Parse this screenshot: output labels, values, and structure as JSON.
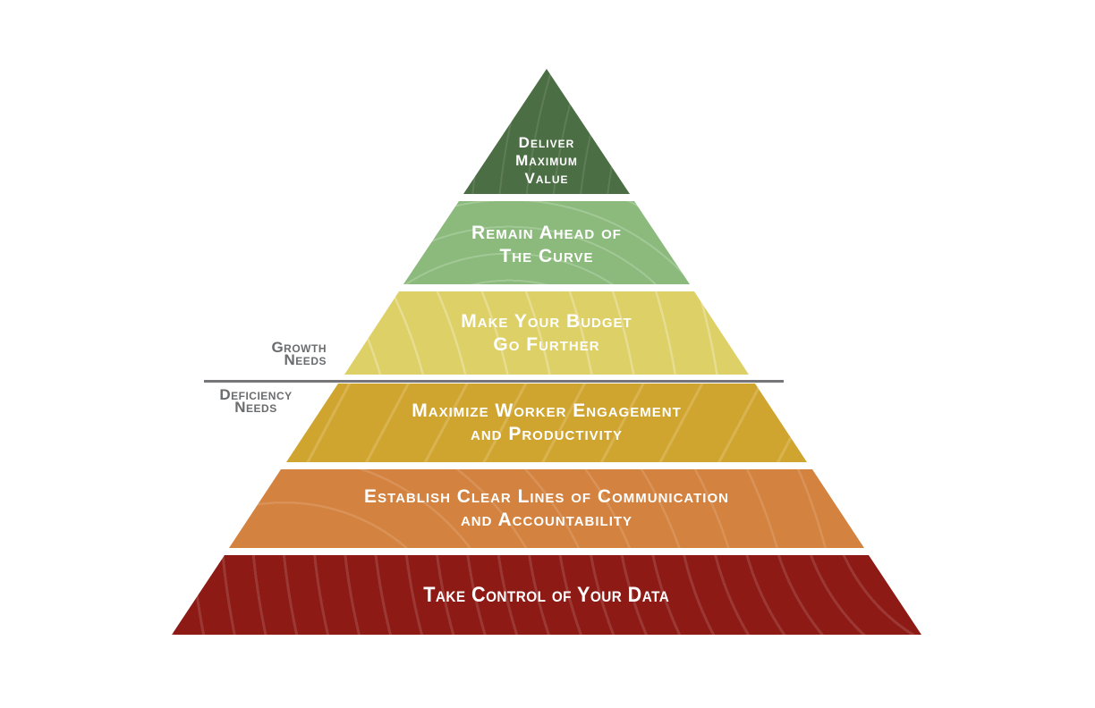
{
  "pyramid": {
    "levels": [
      {
        "name": "deliver-maximum-value",
        "label": "Deliver\nMaximum\nValue",
        "color": "#4c6e44"
      },
      {
        "name": "remain-ahead-of-curve",
        "label": "Remain Ahead of\nThe Curve",
        "color": "#8bba7c"
      },
      {
        "name": "budget-go-further",
        "label": "Make Your Budget\nGo Further",
        "color": "#ddd066"
      },
      {
        "name": "worker-engagement",
        "label": "Maximize Worker Engagement\nand Productivity",
        "color": "#d0a52f"
      },
      {
        "name": "lines-of-communication",
        "label": "Establish Clear Lines of Communication\nand Accountability",
        "color": "#d3823f"
      },
      {
        "name": "take-control-of-data",
        "label": "Take Control of Your Data",
        "color": "#8d1a15"
      }
    ]
  },
  "annotations": {
    "growth_label": "Growth\nNeeds",
    "deficiency_label": "Deficiency\nNeeds",
    "label_color": "#6b6c6e",
    "divider_color": "#76767a",
    "text_color": "#ffffff"
  }
}
